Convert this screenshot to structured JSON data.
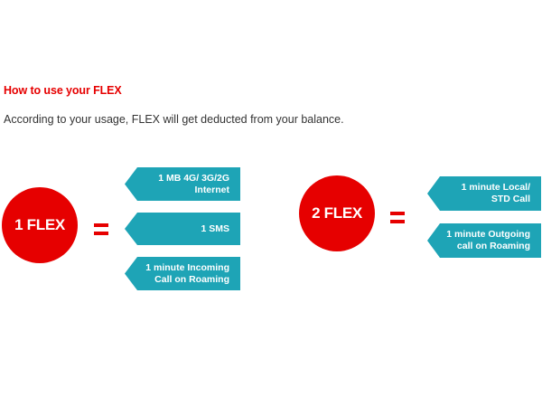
{
  "heading": "How to use your FLEX",
  "description": "According to your usage, FLEX will get deducted from your balance.",
  "colors": {
    "accent_red": "#e60000",
    "tag_teal": "#1ea4b6"
  },
  "groups": [
    {
      "badge": "1 FLEX",
      "items": [
        {
          "line1": "1 MB 4G/ 3G/2G",
          "line2": "Internet"
        },
        {
          "line1": "1 SMS",
          "line2": ""
        },
        {
          "line1": "1 minute Incoming",
          "line2": "Call on Roaming"
        }
      ]
    },
    {
      "badge": "2 FLEX",
      "items": [
        {
          "line1": "1 minute Local/",
          "line2": "STD Call"
        },
        {
          "line1": "1 minute Outgoing",
          "line2": "call on Roaming"
        }
      ]
    }
  ]
}
